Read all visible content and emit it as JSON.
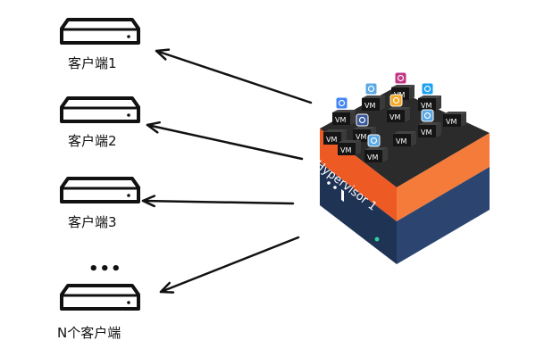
{
  "clients": [
    {
      "label": "客户端1"
    },
    {
      "label": "客户端2"
    },
    {
      "label": "客户端3"
    },
    {
      "label": "N个客户端"
    }
  ],
  "ellipsis": "•••",
  "server": {
    "name": "Hypervisor 1",
    "vm_label": "VM",
    "colors": {
      "orange_front": "#EE5A24",
      "orange_side": "#F47B3A",
      "navy_front": "#1F3355",
      "navy_side": "#2B4570",
      "dark_top": "#2B2B2B",
      "cube_face": "#151515",
      "cube_side": "#3A3A3A"
    }
  },
  "app_icons": [
    {
      "name": "instagram-icon",
      "color": "#C13584"
    },
    {
      "name": "twitter-icon",
      "color": "#1DA1F2"
    },
    {
      "name": "chrome-icon",
      "color": "#4285F4"
    },
    {
      "name": "facebook-icon",
      "color": "#3B5998"
    },
    {
      "name": "photos-icon",
      "color": "#F6A623"
    },
    {
      "name": "generic-app-icon",
      "color": "#5AA9E6"
    }
  ]
}
